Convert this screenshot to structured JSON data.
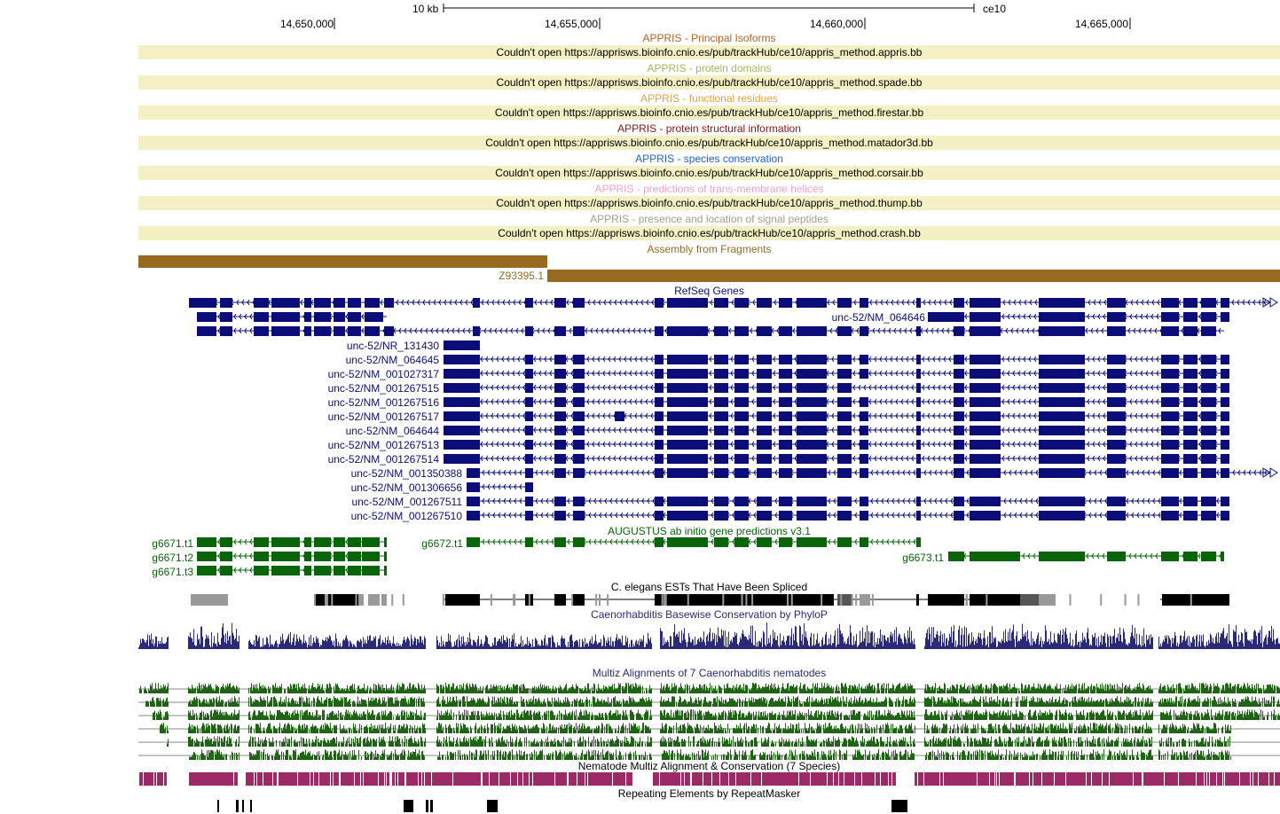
{
  "colors": {
    "refseq": "#0c0c78",
    "augustus": "#0a640a",
    "est": "#000000",
    "est_light": "#999999",
    "phylop": "#2a2a78",
    "multiz": "#1e6414",
    "nematode": "#9b2a66",
    "fragments": "#96691f",
    "error_band": "#f3f1c3",
    "repeat": "#000000"
  },
  "ruler": {
    "scale_label": "10 kb",
    "assembly_label": "ce10",
    "positions": [
      "14,650,000",
      "14,655,000",
      "14,660,000",
      "14,665,000"
    ]
  },
  "appris_tracks": [
    {
      "title": "APPRIS - Principal Isoforms",
      "color": "#b4641e",
      "error": "Couldn't open https://apprisws.bioinfo.cnio.es/pub/trackHub/ce10/appris_method.appris.bb"
    },
    {
      "title": "APPRIS - protein domains",
      "color": "#a6b45a",
      "error": "Couldn't open https://apprisws.bioinfo.cnio.es/pub/trackHub/ce10/appris_method.spade.bb"
    },
    {
      "title": "APPRIS - functional residues",
      "color": "#e6a040",
      "error": "Couldn't open https://apprisws.bioinfo.cnio.es/pub/trackHub/ce10/appris_method.firestar.bb"
    },
    {
      "title": "APPRIS - protein structural information",
      "color": "#8c1414",
      "error": "Couldn't open https://apprisws.bioinfo.cnio.es/pub/trackHub/ce10/appris_method.matador3d.bb"
    },
    {
      "title": "APPRIS - species conservation",
      "color": "#1e64c8",
      "error": "Couldn't open https://apprisws.bioinfo.cnio.es/pub/trackHub/ce10/appris_method.corsair.bb"
    },
    {
      "title": "APPRIS - predictions of trans-membrane helices",
      "color": "#f0a0c8",
      "error": "Couldn't open https://apprisws.bioinfo.cnio.es/pub/trackHub/ce10/appris_method.thump.bb"
    },
    {
      "title": "APPRIS - presence and location of signal peptides",
      "color": "#a0a08c",
      "error": "Couldn't open https://apprisws.bioinfo.cnio.es/pub/trackHub/ce10/appris_method.crash.bb"
    }
  ],
  "fragments": {
    "title": "Assembly from Fragments",
    "label": "Z93395.1"
  },
  "refseq": {
    "title": "RefSeq Genes",
    "inline_label": "unc-52/NM_064646",
    "transcripts": [
      "unc-52/NR_131430",
      "unc-52/NM_064645",
      "unc-52/NM_001027317",
      "unc-52/NM_001267515",
      "unc-52/NM_001267516",
      "unc-52/NM_001267517",
      "unc-52/NM_064644",
      "unc-52/NM_001267513",
      "unc-52/NM_001267514",
      "unc-52/NM_001350388",
      "unc-52/NM_001306656",
      "unc-52/NM_001267511",
      "unc-52/NM_001267510"
    ]
  },
  "augustus": {
    "title": "AUGUSTUS ab initio gene predictions v3.1",
    "left_labels": [
      "g6671.t1",
      "g6671.t2",
      "g6671.t3"
    ],
    "mid_label": "g6672.t1",
    "right_label": "g6673.t1"
  },
  "est": {
    "title": "C. elegans ESTs That Have Been Spliced"
  },
  "phylop": {
    "title": "Caenorhabditis Basewise Conservation by PhyloP"
  },
  "multiz": {
    "title": "Multiz Alignments of 7 Caenorhabditis nematodes"
  },
  "nematode": {
    "title": "Nematode Multiz Alignment & Conservation (7 Species)"
  },
  "repeatmasker": {
    "title": "Repeating Elements by RepeatMasker"
  }
}
